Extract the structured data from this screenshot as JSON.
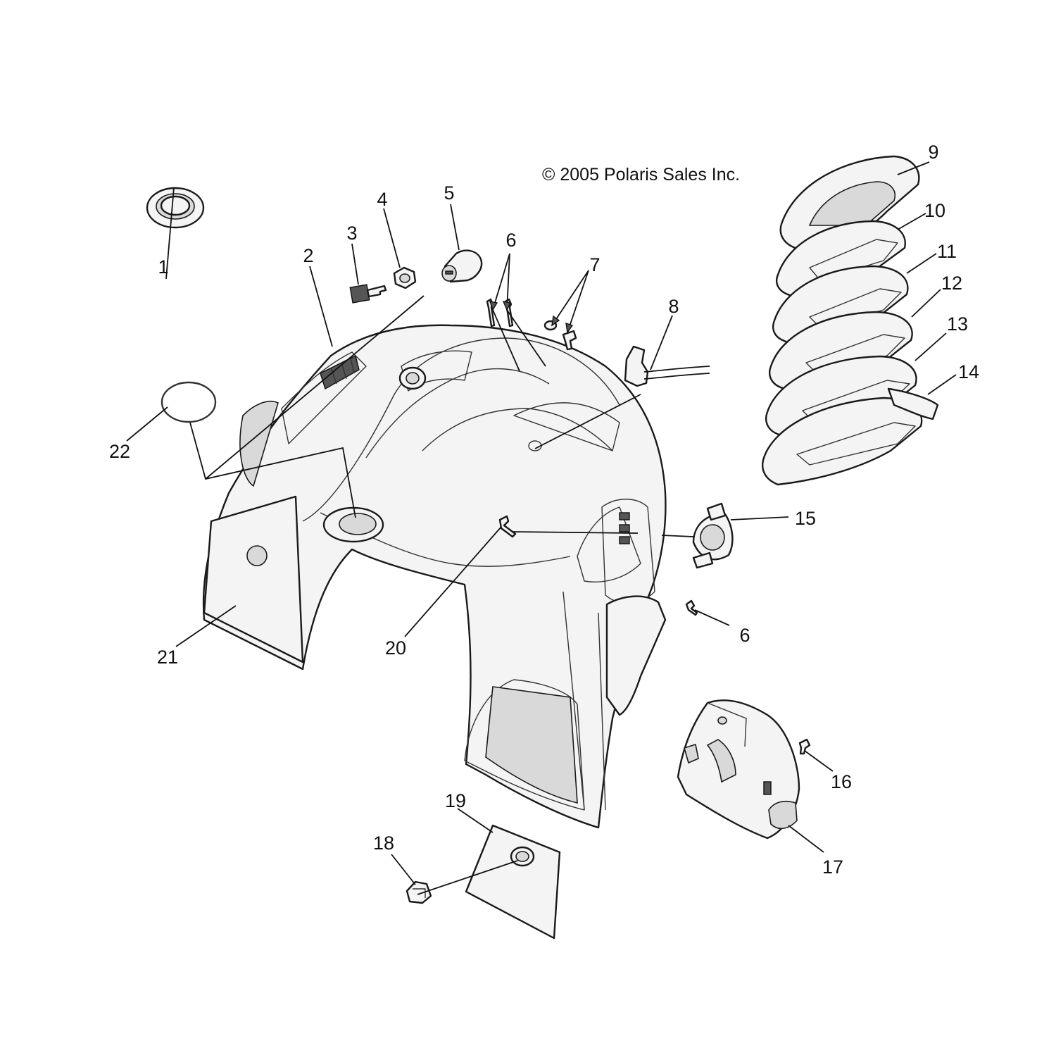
{
  "copyright": "© 2005 Polaris Sales Inc.",
  "callouts": [
    "1",
    "2",
    "3",
    "4",
    "5",
    "6",
    "7",
    "8",
    "9",
    "10",
    "11",
    "12",
    "13",
    "14",
    "15",
    "6",
    "16",
    "17",
    "18",
    "19",
    "20",
    "21",
    "22"
  ],
  "colors": {
    "line": "#1a1a1a",
    "fill": "#f4f4f4",
    "shade": "#d9d9d9",
    "background": "#ffffff"
  }
}
